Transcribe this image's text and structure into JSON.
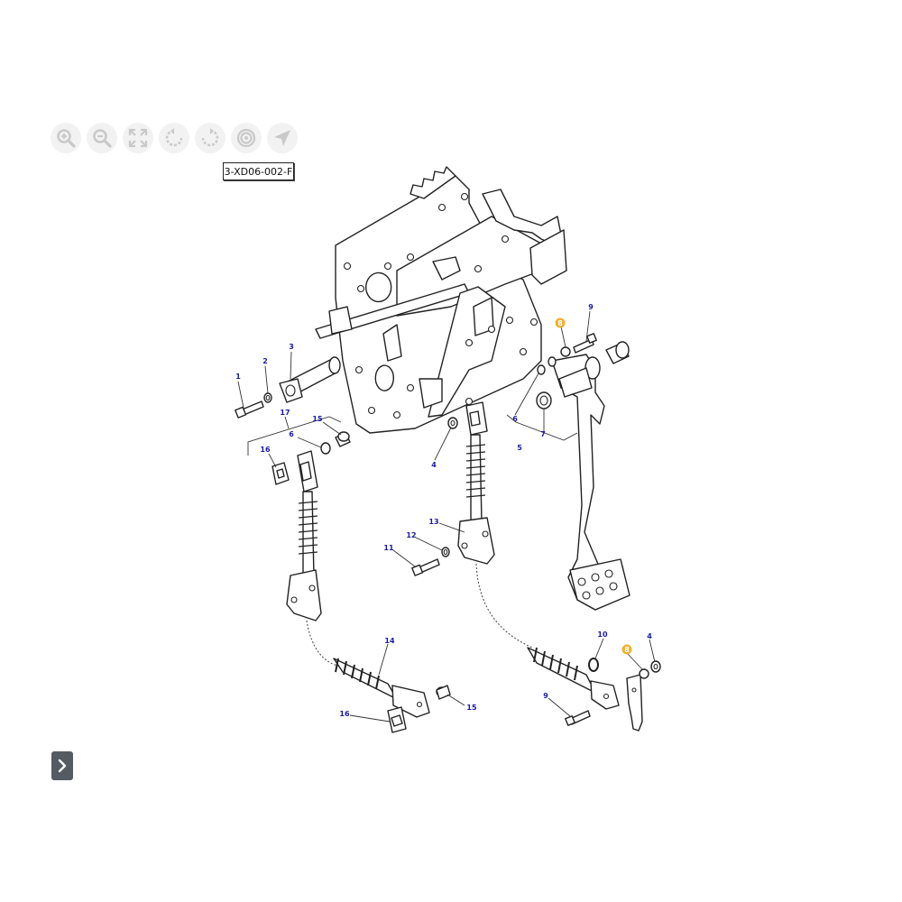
{
  "toolbar": {
    "buttons": [
      {
        "name": "zoom-in-icon",
        "tooltip": "zoom in"
      },
      {
        "name": "zoom-out-icon",
        "tooltip": "zoom out"
      },
      {
        "name": "fit-to-screen-icon",
        "tooltip": "fit"
      },
      {
        "name": "rotate-left-icon",
        "tooltip": "rotate left"
      },
      {
        "name": "rotate-right-icon",
        "tooltip": "rotate right"
      },
      {
        "name": "target-icon",
        "tooltip": "reset"
      },
      {
        "name": "pointer-icon",
        "tooltip": "select"
      }
    ]
  },
  "diagram": {
    "id": "3-XD06-002-F",
    "highlight_color": "#f0b030",
    "callout_color": "#1a1aa8",
    "callouts": [
      "1",
      "2",
      "3",
      "4",
      "5",
      "6",
      "7",
      "8",
      "9",
      "10",
      "11",
      "12",
      "13",
      "14",
      "15",
      "16",
      "17"
    ],
    "highlighted_callouts": [
      "8"
    ]
  },
  "nav": {
    "next_icon": "chevron-right-icon"
  }
}
